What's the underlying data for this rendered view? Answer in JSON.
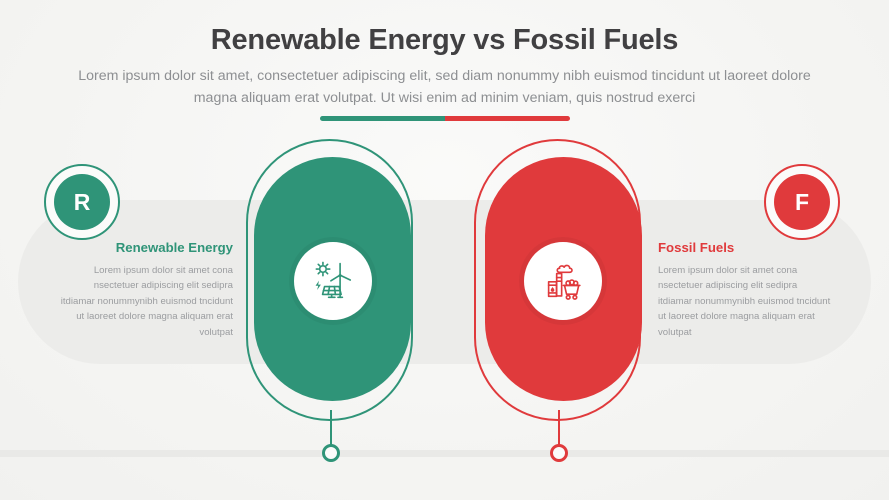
{
  "header": {
    "title": "Renewable Energy vs Fossil Fuels",
    "subtitle": "Lorem ipsum dolor sit amet, consectetuer adipiscing elit, sed diam nonummy nibh euismod tincidunt ut laoreet dolore magna aliquam erat volutpat. Ut wisi enim ad minim veniam, quis nostrud exerci"
  },
  "colors": {
    "green": "#2F9478",
    "red": "#E03A3C",
    "title_text": "#414042",
    "subtitle_text": "#8D8F92",
    "body_text": "#9B9DA0",
    "panel_grey": "#ECECEA",
    "background": "#F5F5F3",
    "baseline_grey": "#E9E9E7"
  },
  "divider": {
    "left_color": "#2F9478",
    "right_color": "#E03A3C"
  },
  "sides": [
    {
      "key": "renewable",
      "badge_letter": "R",
      "heading": "Renewable Energy",
      "body": "Lorem ipsum dolor sit amet cona nsectetuer adipiscing elit sedipra itdiamar nonummynibh euismod tncidunt ut laoreet dolore magna aliquam erat volutpat",
      "color": "#2F9478",
      "icon": "renewable-energy-icon",
      "icon_parts": [
        "sun-icon",
        "wind-turbine-icon",
        "solar-panel-icon",
        "lightning-bolt-icon"
      ]
    },
    {
      "key": "fossil",
      "badge_letter": "F",
      "heading": "Fossil Fuels",
      "body": "Lorem ipsum dolor sit amet cona nsectetuer adipiscing elit sedipra itdiamar nonummynibh euismod tncidunt ut laoreet dolore magna aliquam erat volutpat",
      "color": "#E03A3C",
      "icon": "fossil-fuels-icon",
      "icon_parts": [
        "factory-smokestack-icon",
        "oil-barrel-icon",
        "coal-cart-icon"
      ]
    }
  ]
}
